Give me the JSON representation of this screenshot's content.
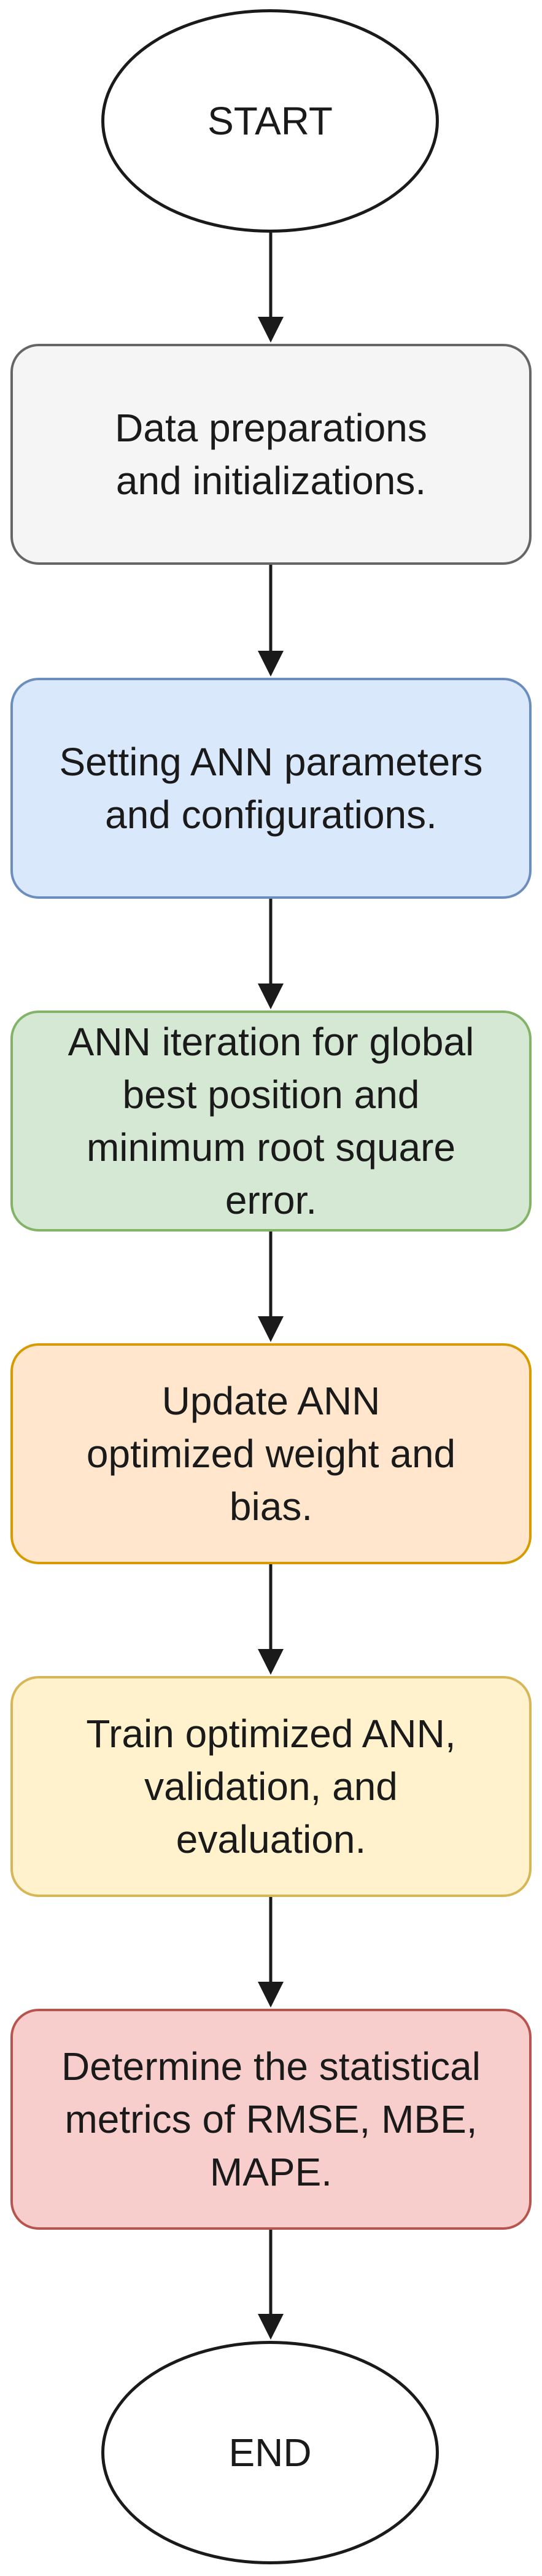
{
  "flowchart": {
    "start": {
      "label": "START"
    },
    "steps": [
      {
        "label": "Data preparations\nand initializations.",
        "fill": "#f5f5f5",
        "stroke": "#666666"
      },
      {
        "label": "Setting ANN parameters\nand configurations.",
        "fill": "#dae8fc",
        "stroke": "#6c8ebf"
      },
      {
        "label": "ANN iteration for global\nbest position and\nminimum root square\nerror.",
        "fill": "#d5e8d4",
        "stroke": "#82b366"
      },
      {
        "label": "Update ANN\noptimized weight and\nbias.",
        "fill": "#ffe6cc",
        "stroke": "#d79b00"
      },
      {
        "label": "Train optimized ANN,\nvalidation, and\nevaluation.",
        "fill": "#fff2cc",
        "stroke": "#d6b656"
      },
      {
        "label": "Determine the statistical\nmetrics of RMSE, MBE,\nMAPE.",
        "fill": "#f8cecc",
        "stroke": "#b85450"
      }
    ],
    "end": {
      "label": "END"
    },
    "connector_color": "#1a1a1a"
  }
}
